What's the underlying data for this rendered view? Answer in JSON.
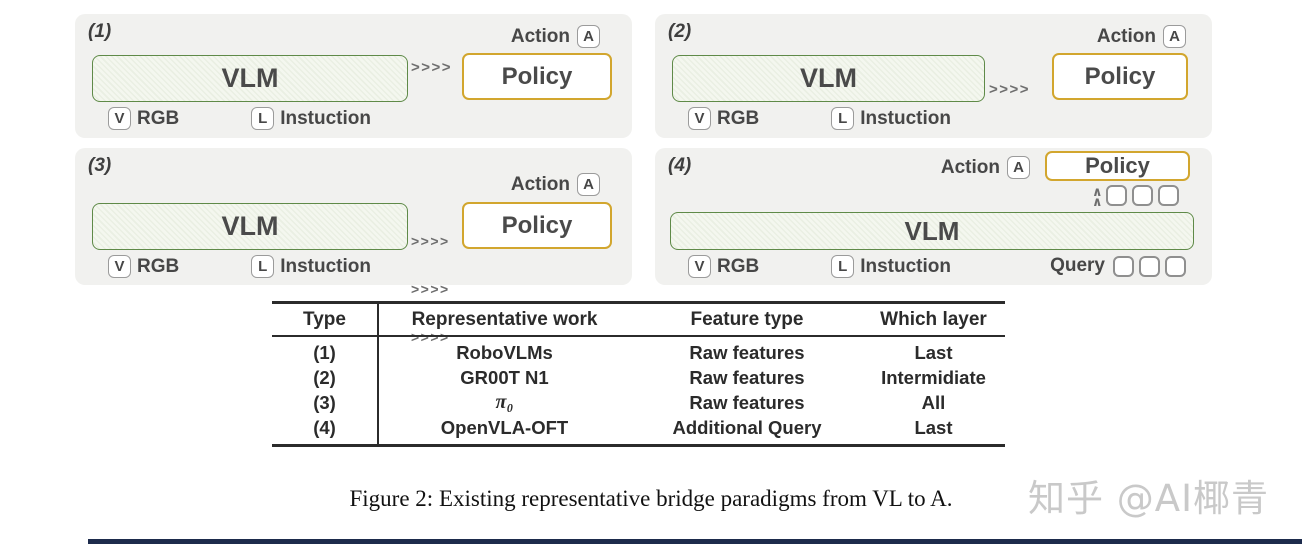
{
  "arrow": ">>>>",
  "caret": "∧",
  "panels": [
    {
      "id": "(1)",
      "vlm_label": "VLM",
      "policy_label": "Policy",
      "action_label": "Action",
      "action_tag": "A",
      "vision_tag": "V",
      "vision_label": "RGB",
      "language_tag": "L",
      "language_label": "Instuction"
    },
    {
      "id": "(2)",
      "vlm_label": "VLM",
      "policy_label": "Policy",
      "action_label": "Action",
      "action_tag": "A",
      "vision_tag": "V",
      "vision_label": "RGB",
      "language_tag": "L",
      "language_label": "Instuction"
    },
    {
      "id": "(3)",
      "vlm_label": "VLM",
      "policy_label": "Policy",
      "action_label": "Action",
      "action_tag": "A",
      "vision_tag": "V",
      "vision_label": "RGB",
      "language_tag": "L",
      "language_label": "Instuction"
    },
    {
      "id": "(4)",
      "vlm_label": "VLM",
      "policy_label": "Policy",
      "action_label": "Action",
      "action_tag": "A",
      "vision_tag": "V",
      "vision_label": "RGB",
      "language_tag": "L",
      "language_label": "Instuction",
      "query_label": "Query"
    }
  ],
  "table": {
    "headers": [
      "Type",
      "Representative work",
      "Feature type",
      "Which layer"
    ],
    "rows": [
      [
        "(1)",
        "RoboVLMs",
        "Raw features",
        "Last"
      ],
      [
        "(2)",
        "GR00T N1",
        "Raw features",
        "Intermidiate"
      ],
      [
        "(3)",
        "π₀",
        "Raw features",
        "All"
      ],
      [
        "(4)",
        "OpenVLA-OFT",
        "Additional Query",
        "Last"
      ]
    ]
  },
  "caption": "Figure 2: Existing representative bridge paradigms from VL to A.",
  "watermark": "知乎 @AI椰青",
  "colors": {
    "panel_bg": "#f1f1ef",
    "vlm_border": "#5f8a48",
    "policy_border": "#d2a62e",
    "text": "#474747",
    "table_line": "#2b2b2b",
    "watermark": "#c9c9c9",
    "bottom_bar": "#1d2b4c"
  }
}
